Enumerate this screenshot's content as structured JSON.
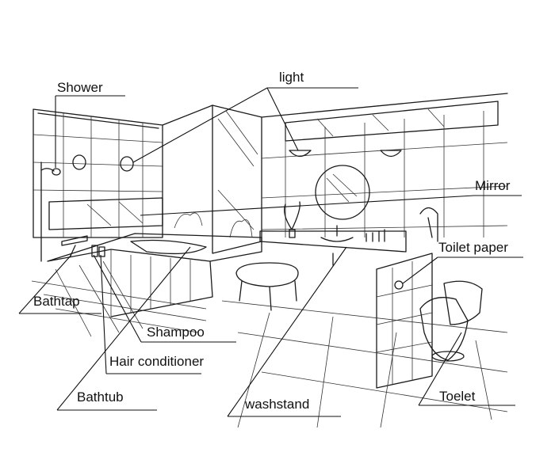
{
  "labels": {
    "shower": "Shower",
    "light": "light",
    "mirror": "Mirror",
    "toilet_paper": "Toilet paper",
    "bathtap": "Bathtap",
    "shampoo": "Shampoo",
    "hair_conditioner": "Hair conditioner",
    "bathtub": "Bathtub",
    "washstand": "washstand",
    "toelet": "Toelet"
  },
  "colors": {
    "ink": "#1a1a1a",
    "background": "#ffffff"
  }
}
